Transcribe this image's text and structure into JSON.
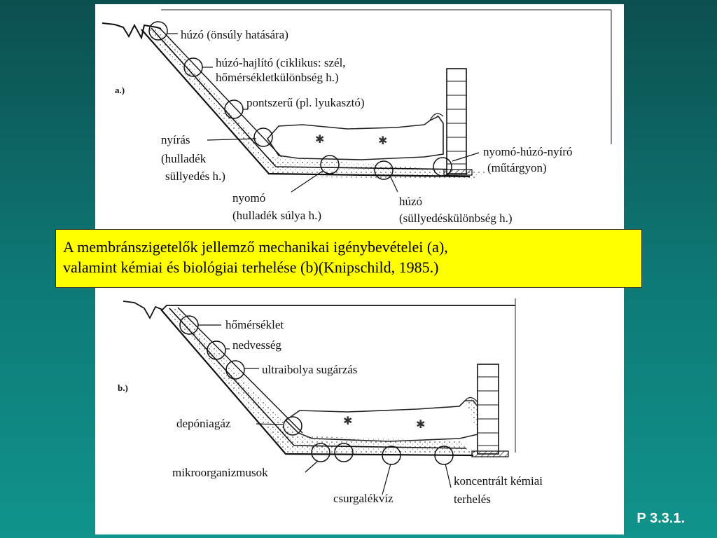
{
  "diagram_a": {
    "part_label": "a.)",
    "labels": {
      "huzo_onsuly": "húzó (önsúly hatására)",
      "huzo_hajlito_1": "húzó-hajlító (ciklikus: szél,",
      "huzo_hajlito_2": "hőmérsékletkülönbség h.)",
      "pontszeru": "pontszerű (pl. lyukasztó)",
      "nyiras_1": "nyírás",
      "nyiras_2": "(hulladék",
      "nyiras_3": "süllyedés h.)",
      "nyomo_huzo_nyiro_1": "nyomó-húzó-nyíró",
      "nyomo_huzo_nyiro_2": "(műtárgyon)",
      "nyomo_1": "nyomó",
      "nyomo_2": "(hulladék súlya h.)",
      "huzo_2_1": "húzó",
      "huzo_2_2": "(süllyedéskülönbség h.)"
    }
  },
  "caption": {
    "line1": "A membránszigetelők jellemző mechanikai igénybevételei (a),",
    "line2": "valamint kémiai és biológiai terhelése (b)(Knipschild, 1985.)"
  },
  "diagram_b": {
    "part_label": "b.)",
    "labels": {
      "homerseklet": "hőmérséklet",
      "nedvesseg": "nedvesség",
      "ultraibolya": "ultraibolya sugárzás",
      "deponiagaz": "depóniagáz",
      "mikroorganizmusok": "mikroorganizmusok",
      "csurgalekviz": "csurgalékvíz",
      "koncentralt_1": "koncentrált kémiai",
      "koncentralt_2": "terhelés"
    }
  },
  "slide_number": "P 3.3.1."
}
